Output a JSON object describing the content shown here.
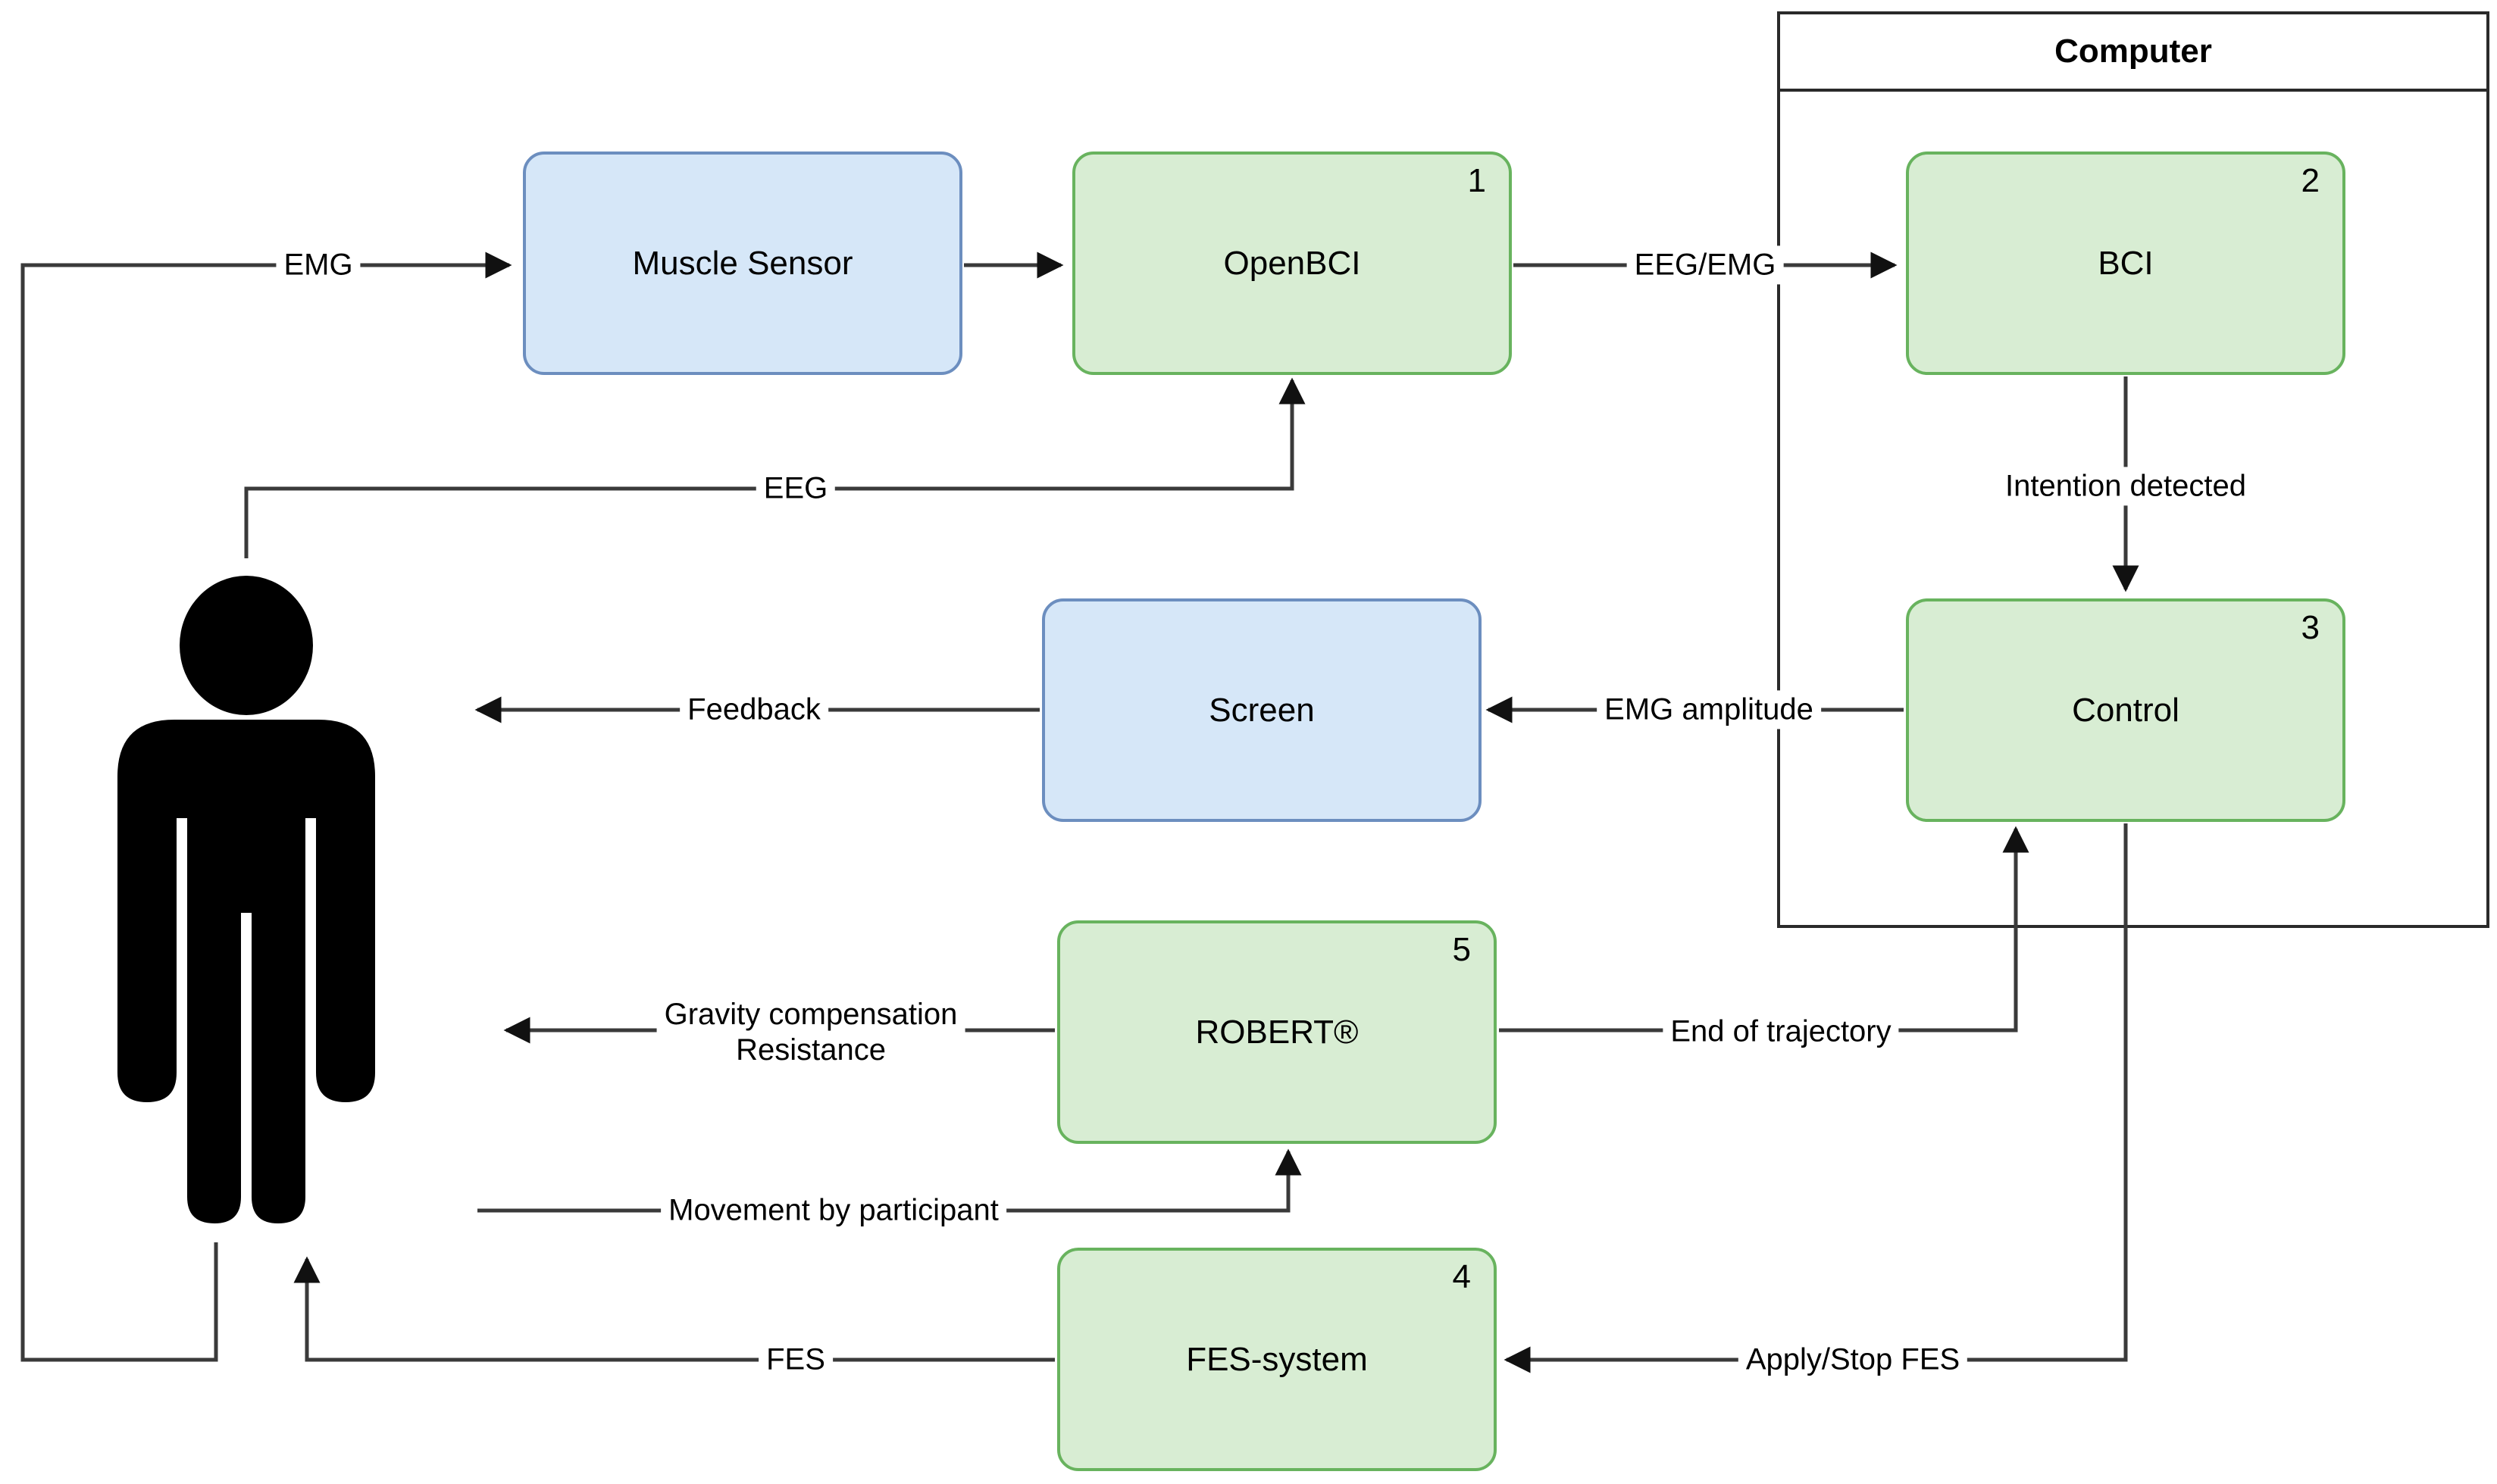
{
  "figure": {
    "type": "system-flow-diagram",
    "description": "BCI / FES rehabilitation system diagram with participant, sensors and computer"
  },
  "colors": {
    "background": "#ffffff",
    "green_fill": "#d8edd3",
    "green_stroke": "#68b35e",
    "blue_fill": "#d6e7f8",
    "blue_stroke": "#6c8ebf",
    "container_stroke": "#2a2a2a",
    "line_color": "#3a3a3a",
    "arrow_color": "#111111",
    "person_color": "#000000"
  },
  "container": {
    "title": "Computer"
  },
  "nodes": {
    "muscle_sensor": {
      "label": "Muscle Sensor",
      "badge": ""
    },
    "openbci": {
      "label": "OpenBCI",
      "badge": "1"
    },
    "bci": {
      "label": "BCI",
      "badge": "2"
    },
    "control": {
      "label": "Control",
      "badge": "3"
    },
    "screen": {
      "label": "Screen",
      "badge": ""
    },
    "robert": {
      "label": "ROBERT®",
      "badge": "5"
    },
    "fes_system": {
      "label": "FES-system",
      "badge": "4"
    }
  },
  "edges": {
    "emg": {
      "label": "EMG",
      "from": "participant",
      "to": "muscle_sensor"
    },
    "ms_to_openbci": {
      "label": "",
      "from": "muscle_sensor",
      "to": "openbci"
    },
    "eeg_emg": {
      "label": "EEG/EMG",
      "from": "openbci",
      "to": "bci"
    },
    "eeg": {
      "label": "EEG",
      "from": "participant",
      "to": "openbci"
    },
    "intention": {
      "label": "Intention detected",
      "from": "bci",
      "to": "control"
    },
    "emg_amplitude": {
      "label": "EMG amplitude",
      "from": "control",
      "to": "screen"
    },
    "feedback": {
      "label": "Feedback",
      "from": "screen",
      "to": "participant"
    },
    "gravity": {
      "line1": "Gravity compensation",
      "line2": "Resistance",
      "from": "robert",
      "to": "participant"
    },
    "movement": {
      "label": "Movement by participant",
      "from": "participant",
      "to": "robert"
    },
    "end_trajectory": {
      "label": "End of trajectory",
      "from": "robert",
      "to": "control"
    },
    "apply_stop_fes": {
      "label": "Apply/Stop FES",
      "from": "control",
      "to": "fes_system"
    },
    "fes": {
      "label": "FES",
      "from": "fes_system",
      "to": "participant"
    }
  },
  "person": {
    "name": "participant"
  }
}
